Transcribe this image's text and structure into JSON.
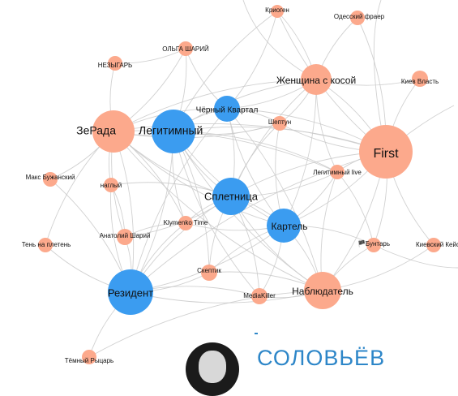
{
  "graph": {
    "colors": {
      "orange": "#fca98c",
      "blue": "#3b9cf0",
      "edge": "#c9c9c9"
    },
    "nodes": [
      {
        "id": "kriogen",
        "label": "Криоген",
        "color": "orange"
      },
      {
        "id": "odessa",
        "label": "Одесский фраер",
        "color": "orange"
      },
      {
        "id": "olga",
        "label": "ОЛЬГА ШАРИЙ",
        "color": "orange"
      },
      {
        "id": "nezygar",
        "label": "НЕЗЫГАРЬ",
        "color": "orange"
      },
      {
        "id": "zhenshchina",
        "label": "Женщина с косой",
        "color": "orange"
      },
      {
        "id": "kievvlast",
        "label": "Киев Власть",
        "color": "orange"
      },
      {
        "id": "chernykvartal",
        "label": "Чёрный Квартал",
        "color": "blue"
      },
      {
        "id": "zerada",
        "label": "ЗеРада",
        "color": "orange"
      },
      {
        "id": "legitimny",
        "label": "Легитимный",
        "color": "blue"
      },
      {
        "id": "sheptun",
        "label": "Шептун",
        "color": "orange"
      },
      {
        "id": "first",
        "label": "First",
        "color": "orange"
      },
      {
        "id": "maksbuzh",
        "label": "Макс Бужанский",
        "color": "orange"
      },
      {
        "id": "naglyi",
        "label": "наглый",
        "color": "orange"
      },
      {
        "id": "legitlive",
        "label": "Легитимный live",
        "color": "orange"
      },
      {
        "id": "spletnitsa",
        "label": "Сплетница",
        "color": "blue"
      },
      {
        "id": "klymenko",
        "label": "Klymenko Time",
        "color": "orange"
      },
      {
        "id": "anatoly",
        "label": "Анатолий Шарий",
        "color": "orange"
      },
      {
        "id": "kartel",
        "label": "Картель",
        "color": "blue"
      },
      {
        "id": "ten",
        "label": "Тень на плетень",
        "color": "orange"
      },
      {
        "id": "buntar",
        "label": "🏴Бунтарь",
        "color": "orange"
      },
      {
        "id": "kievkeys",
        "label": "Киевский Кейс",
        "color": "orange"
      },
      {
        "id": "skeptik",
        "label": "Скептик",
        "color": "orange"
      },
      {
        "id": "rezident",
        "label": "Резидент",
        "color": "blue"
      },
      {
        "id": "nablyudatel",
        "label": "Наблюдатель",
        "color": "orange"
      },
      {
        "id": "mediakiller",
        "label": "MediaKiller",
        "color": "orange"
      },
      {
        "id": "temny",
        "label": "Тёмный Рыцарь",
        "color": "orange"
      }
    ],
    "edges": [
      [
        "zerada",
        "legitimny"
      ],
      [
        "zerada",
        "chernykvartal"
      ],
      [
        "zerada",
        "spletnitsa"
      ],
      [
        "zerada",
        "rezident"
      ],
      [
        "zerada",
        "kartel"
      ],
      [
        "zerada",
        "first"
      ],
      [
        "zerada",
        "nablyudatel"
      ],
      [
        "zerada",
        "zhenshchina"
      ],
      [
        "zerada",
        "olga"
      ],
      [
        "zerada",
        "nezygar"
      ],
      [
        "zerada",
        "naglyi"
      ],
      [
        "zerada",
        "maksbuzh"
      ],
      [
        "zerada",
        "anatoly"
      ],
      [
        "zerada",
        "klymenko"
      ],
      [
        "zerada",
        "sheptun"
      ],
      [
        "zerada",
        "legitlive"
      ],
      [
        "zerada",
        "ten"
      ],
      [
        "legitimny",
        "chernykvartal"
      ],
      [
        "legitimny",
        "spletnitsa"
      ],
      [
        "legitimny",
        "rezident"
      ],
      [
        "legitimny",
        "kartel"
      ],
      [
        "legitimny",
        "first"
      ],
      [
        "legitimny",
        "nablyudatel"
      ],
      [
        "legitimny",
        "zhenshchina"
      ],
      [
        "legitimny",
        "sheptun"
      ],
      [
        "legitimny",
        "legitlive"
      ],
      [
        "legitimny",
        "klymenko"
      ],
      [
        "legitimny",
        "kriogen"
      ],
      [
        "legitimny",
        "olga"
      ],
      [
        "legitimny",
        "skeptik"
      ],
      [
        "legitimny",
        "mediakiller"
      ],
      [
        "chernykvartal",
        "spletnitsa"
      ],
      [
        "chernykvartal",
        "kartel"
      ],
      [
        "chernykvartal",
        "first"
      ],
      [
        "chernykvartal",
        "rezident"
      ],
      [
        "chernykvartal",
        "nablyudatel"
      ],
      [
        "chernykvartal",
        "zhenshchina"
      ],
      [
        "chernykvartal",
        "sheptun"
      ],
      [
        "chernykvartal",
        "kriogen"
      ],
      [
        "spletnitsa",
        "kartel"
      ],
      [
        "spletnitsa",
        "rezident"
      ],
      [
        "spletnitsa",
        "first"
      ],
      [
        "spletnitsa",
        "nablyudatel"
      ],
      [
        "spletnitsa",
        "zhenshchina"
      ],
      [
        "spletnitsa",
        "klymenko"
      ],
      [
        "spletnitsa",
        "anatoly"
      ],
      [
        "spletnitsa",
        "skeptik"
      ],
      [
        "spletnitsa",
        "mediakiller"
      ],
      [
        "spletnitsa",
        "legitlive"
      ],
      [
        "spletnitsa",
        "sheptun"
      ],
      [
        "spletnitsa",
        "naglyi"
      ],
      [
        "kartel",
        "rezident"
      ],
      [
        "kartel",
        "first"
      ],
      [
        "kartel",
        "nablyudatel"
      ],
      [
        "kartel",
        "zhenshchina"
      ],
      [
        "kartel",
        "buntar"
      ],
      [
        "kartel",
        "legitlive"
      ],
      [
        "kartel",
        "mediakiller"
      ],
      [
        "kartel",
        "skeptik"
      ],
      [
        "kartel",
        "klymenko"
      ],
      [
        "rezident",
        "nablyudatel"
      ],
      [
        "rezident",
        "first"
      ],
      [
        "rezident",
        "anatoly"
      ],
      [
        "rezident",
        "klymenko"
      ],
      [
        "rezident",
        "skeptik"
      ],
      [
        "rezident",
        "naglyi"
      ],
      [
        "rezident",
        "temny"
      ],
      [
        "rezident",
        "ten"
      ],
      [
        "rezident",
        "maksbuzh"
      ],
      [
        "rezident",
        "mediakiller"
      ],
      [
        "nablyudatel",
        "first"
      ],
      [
        "nablyudatel",
        "buntar"
      ],
      [
        "nablyudatel",
        "kievkeys"
      ],
      [
        "nablyudatel",
        "mediakiller"
      ],
      [
        "nablyudatel",
        "skeptik"
      ],
      [
        "nablyudatel",
        "legitlive"
      ],
      [
        "first",
        "zhenshchina"
      ],
      [
        "first",
        "kievvlast"
      ],
      [
        "first",
        "kievkeys"
      ],
      [
        "first",
        "buntar"
      ],
      [
        "first",
        "legitlive"
      ],
      [
        "first",
        "sheptun"
      ],
      [
        "first",
        "odessa"
      ],
      [
        "first",
        "kriogen"
      ],
      [
        "zhenshchina",
        "kriogen"
      ],
      [
        "zhenshchina",
        "odessa"
      ],
      [
        "zhenshchina",
        "kievvlast"
      ],
      [
        "zhenshchina",
        "sheptun"
      ],
      [
        "zhenshchina",
        "legitlive"
      ],
      [
        "anatoly",
        "klymenko"
      ],
      [
        "anatoly",
        "naglyi"
      ],
      [
        "olga",
        "nezygar"
      ],
      [
        "olga",
        "chernykvartal"
      ],
      [
        "legitlive",
        "buntar"
      ],
      [
        "sheptun",
        "kartel"
      ],
      [
        "temny",
        "nablyudatel"
      ]
    ]
  },
  "card": {
    "name": "СОЛОВЬЁВ"
  }
}
